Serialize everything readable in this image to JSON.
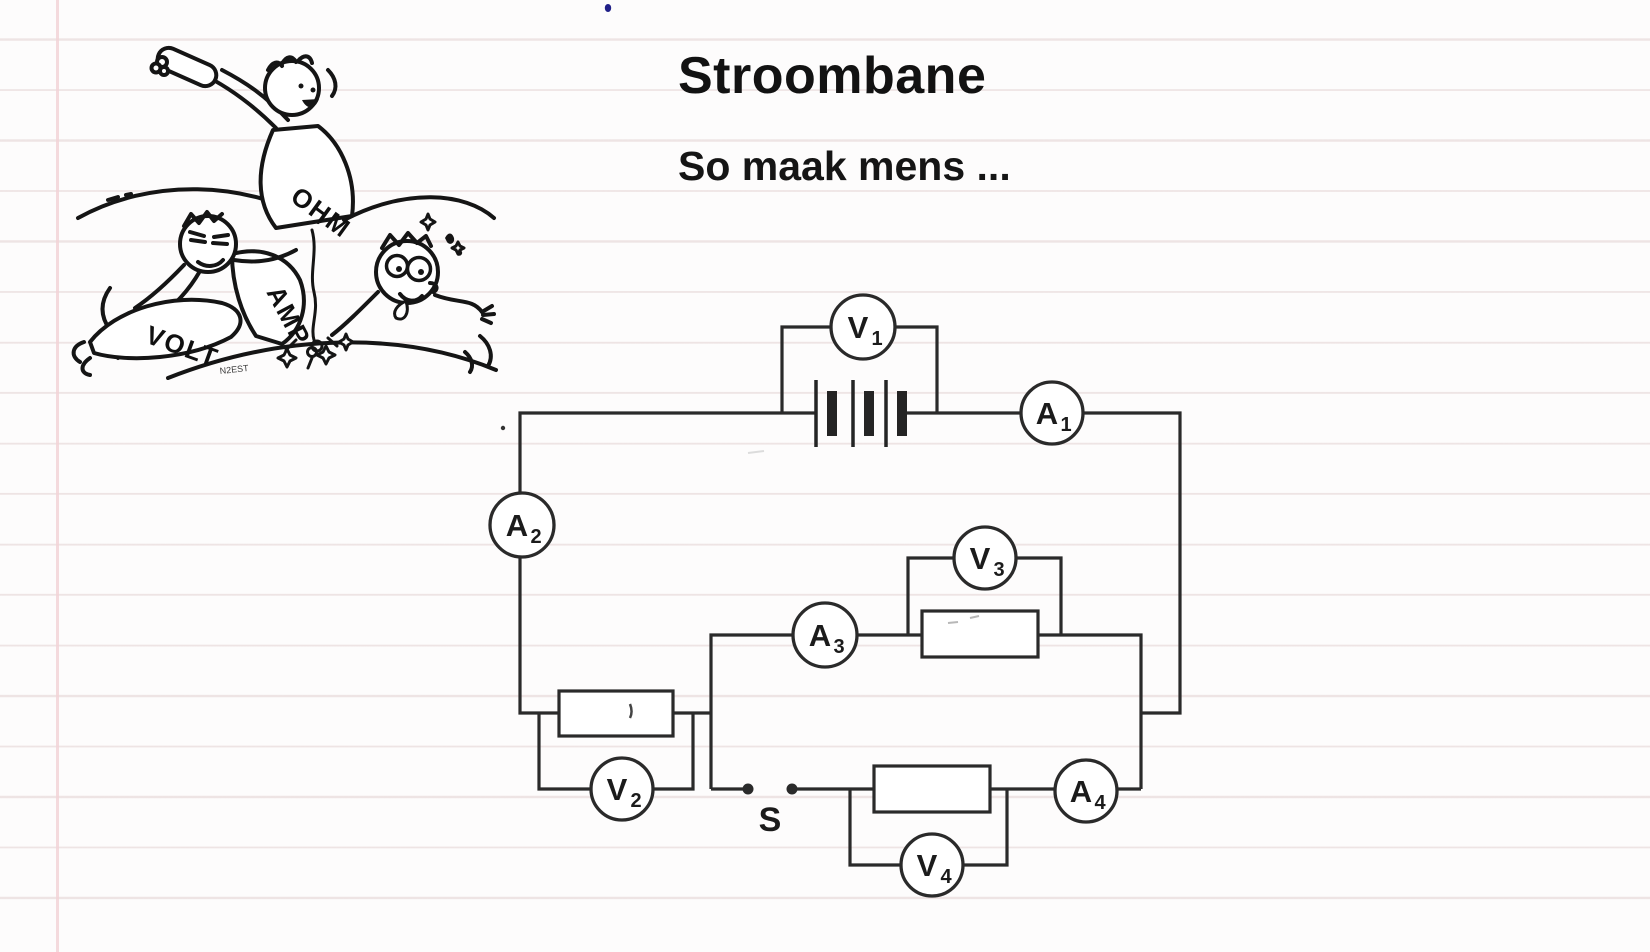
{
  "header": {
    "title": "Stroombane",
    "subtitle": "So maak mens ..."
  },
  "cartoon": {
    "labels": {
      "ohm": "OHM",
      "amp": "AMP",
      "volt": "VOLT"
    },
    "signature": "N2EST"
  },
  "circuit": {
    "switch_label": "S",
    "battery_cells": 3,
    "resistor_count": 3,
    "meters": {
      "V1": {
        "letter": "V",
        "sub": "1",
        "kind": "voltmeter"
      },
      "A1": {
        "letter": "A",
        "sub": "1",
        "kind": "ammeter"
      },
      "A2": {
        "letter": "A",
        "sub": "2",
        "kind": "ammeter"
      },
      "V3": {
        "letter": "V",
        "sub": "3",
        "kind": "voltmeter"
      },
      "A3": {
        "letter": "A",
        "sub": "3",
        "kind": "ammeter"
      },
      "V2": {
        "letter": "V",
        "sub": "2",
        "kind": "voltmeter"
      },
      "A4": {
        "letter": "A",
        "sub": "4",
        "kind": "ammeter"
      },
      "V4": {
        "letter": "V",
        "sub": "4",
        "kind": "voltmeter"
      }
    }
  },
  "colors": {
    "ink": "#2a2a2a",
    "rule_line": "#e9dddd",
    "margin_line": "#f2d3d7",
    "pen_dot_blue": "#202088",
    "background": "#fdfcfc"
  }
}
